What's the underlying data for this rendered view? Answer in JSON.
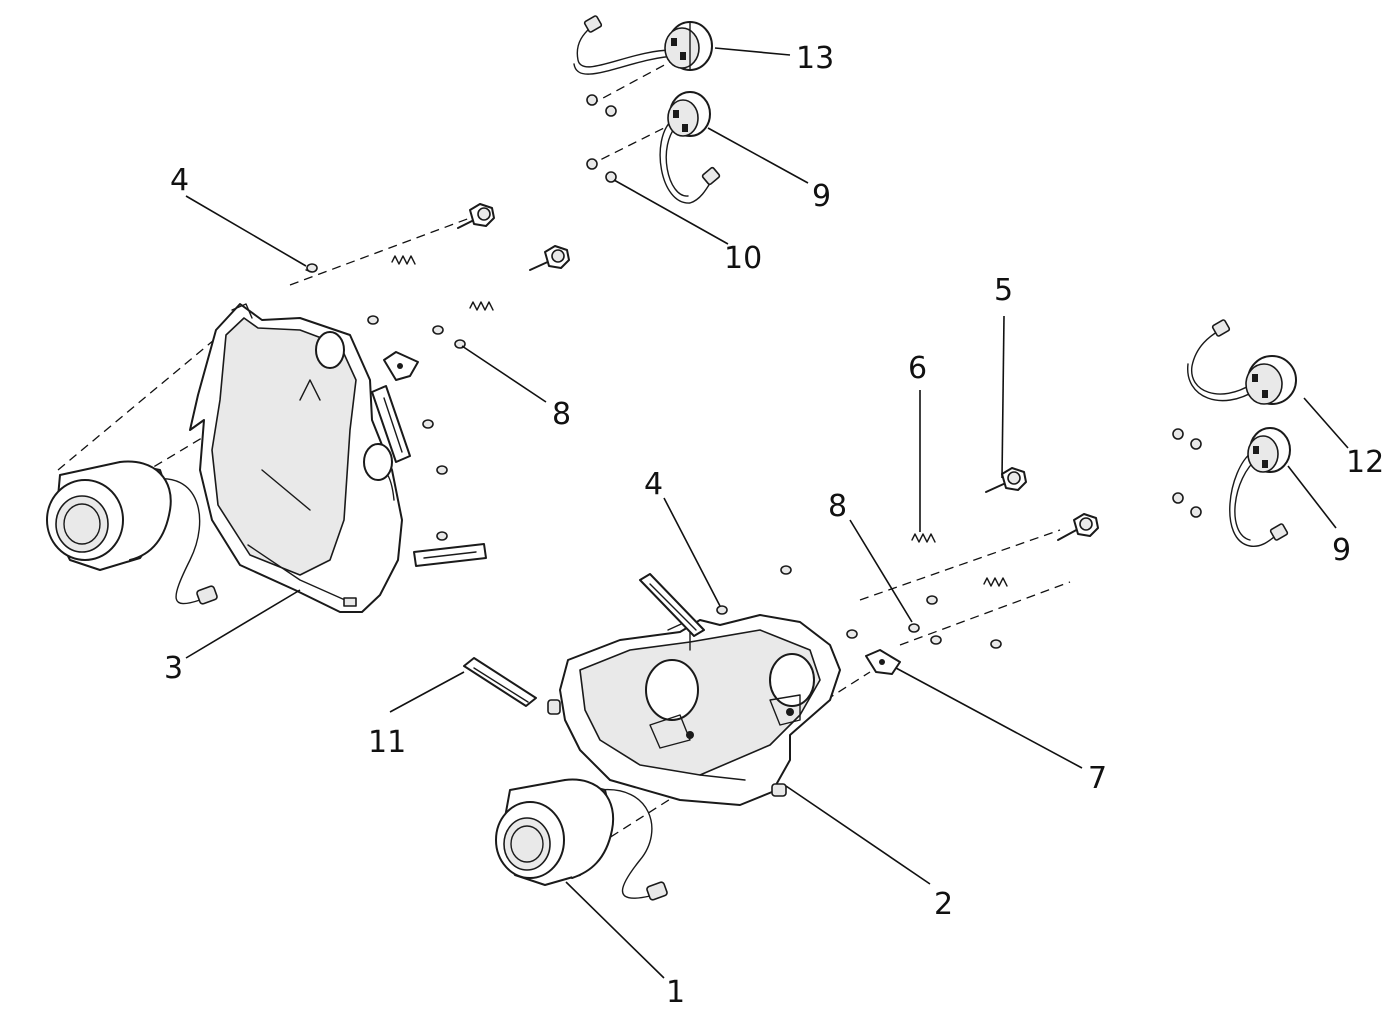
{
  "diagram": {
    "callouts": {
      "c1": "1",
      "c2": "2",
      "c3": "3",
      "c4a": "4",
      "c4b": "4",
      "c5": "5",
      "c6": "6",
      "c7": "7",
      "c8a": "8",
      "c8b": "8",
      "c9a": "9",
      "c9b": "9",
      "c10": "10",
      "c11": "11",
      "c12": "12",
      "c13": "13"
    }
  }
}
